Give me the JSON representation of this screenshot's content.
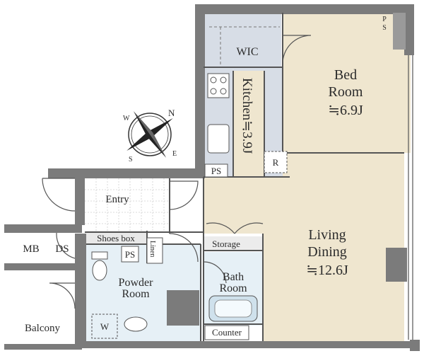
{
  "colors": {
    "wall": "#7b7b7b",
    "beige": "#efe6cf",
    "blue": "#e6f0f6",
    "kitchen": "#d7dde6",
    "line": "#555555"
  },
  "rooms": {
    "wic": "WIC",
    "bedroom_line1": "Bed",
    "bedroom_line2": "Room",
    "bedroom_area": "≒6.9J",
    "kitchen": "Kitchen≒3.9J",
    "living_line1": "Living",
    "living_line2": "Dining",
    "living_area": "≒12.6J",
    "entry": "Entry",
    "shoes_box": "Shoes box",
    "ps_kitchen": "PS",
    "ps_powder": "PS",
    "ps_bed_p": "P",
    "ps_bed_s": "S",
    "linen": "Linen",
    "storage": "Storage",
    "powder_line1": "Powder",
    "powder_line2": "Room",
    "bath_line1": "Bath",
    "bath_line2": "Room",
    "counter": "Counter",
    "mb": "MB",
    "ds": "DS",
    "balcony": "Balcony",
    "refrigerator": "R",
    "washer": "W"
  },
  "compass": {
    "n": "N",
    "e": "E",
    "s": "S",
    "w": "W"
  }
}
